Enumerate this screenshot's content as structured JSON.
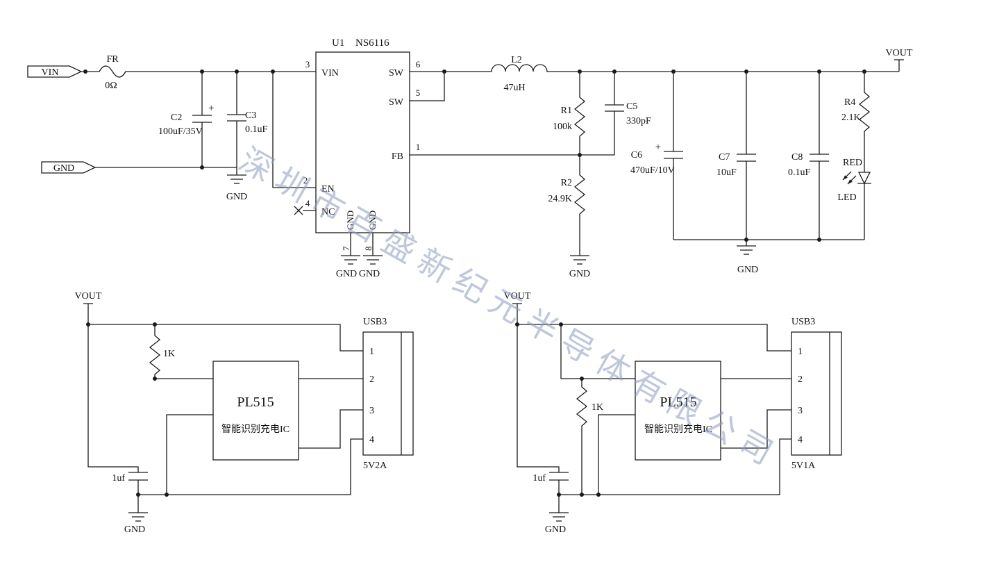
{
  "watermark": "深圳市百盛新纪元半导体有限公司",
  "buck": {
    "vin_port": "VIN",
    "gnd_port": "GND",
    "fr": {
      "ref": "FR",
      "val": "0Ω"
    },
    "c2": {
      "ref": "C2",
      "val": "100uF/35V",
      "plus": "+"
    },
    "c3": {
      "ref": "C3",
      "val": "0.1uF"
    },
    "gnd_c3": "GND",
    "u1": {
      "ref": "U1",
      "part": "NS6116",
      "pins": {
        "vin": "VIN",
        "en": "EN",
        "nc": "NC",
        "sw_a": "SW",
        "sw_b": "SW",
        "fb": "FB",
        "gnd_a": "GND",
        "gnd_b": "GND"
      },
      "nums": {
        "vin": "3",
        "en": "2",
        "nc": "4",
        "sw_a": "6",
        "sw_b": "5",
        "fb": "1",
        "gnd_a": "7",
        "gnd_b": "8"
      }
    },
    "gnd_u1_a": "GND",
    "gnd_u1_b": "GND",
    "l2": {
      "ref": "L2",
      "val": "47uH"
    },
    "r1": {
      "ref": "R1",
      "val": "100k"
    },
    "c5": {
      "ref": "C5",
      "val": "330pF"
    },
    "r2": {
      "ref": "R2",
      "val": "24.9K"
    },
    "gnd_r2": "GND",
    "c6": {
      "ref": "C6",
      "val": "470uF/10V",
      "plus": "+"
    },
    "c7": {
      "ref": "C7",
      "val": "10uF"
    },
    "c8": {
      "ref": "C8",
      "val": "0.1uF"
    },
    "r4": {
      "ref": "R4",
      "val": "2.1K"
    },
    "led": {
      "color": "RED",
      "ref": "LED"
    },
    "gnd_out": "GND",
    "vout_port": "VOUT"
  },
  "charger_left": {
    "vout_port": "VOUT",
    "r": {
      "val": "1K"
    },
    "ic": {
      "name": "PL515",
      "desc": "智能识别充电IC"
    },
    "usb": {
      "ref": "USB3",
      "pin1": "1",
      "pin2": "2",
      "pin3": "3",
      "pin4": "4",
      "rating": "5V2A"
    },
    "c": {
      "val": "1uf"
    },
    "gnd": "GND"
  },
  "charger_right": {
    "vout_port": "VOUT",
    "r": {
      "val": "1K"
    },
    "ic": {
      "name": "PL515",
      "desc": "智能识别充电IC"
    },
    "usb": {
      "ref": "USB3",
      "pin1": "1",
      "pin2": "2",
      "pin3": "3",
      "pin4": "4",
      "rating": "5V1A"
    },
    "c": {
      "val": "1uf"
    },
    "gnd": "GND"
  }
}
